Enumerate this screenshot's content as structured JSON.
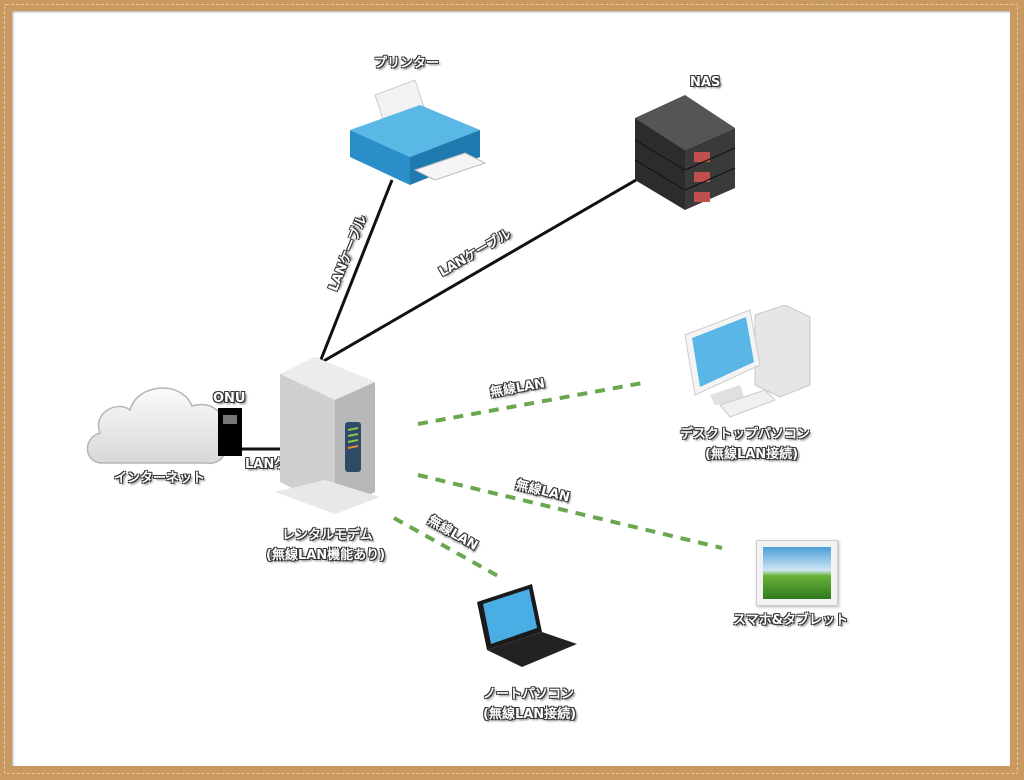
{
  "diagram": {
    "nodes": {
      "printer": {
        "label": "プリンター"
      },
      "nas": {
        "label": "NAS"
      },
      "internet": {
        "label": "インターネット"
      },
      "onu": {
        "label": "ONU"
      },
      "modem": {
        "label_line1": "レンタルモデム",
        "label_line2": "(無線LAN機能あり)"
      },
      "desktop": {
        "label_line1": "デスクトップパソコン",
        "label_line2": "(無線LAN接続)"
      },
      "smartphone": {
        "label": "スマホ&タブレット"
      },
      "laptop": {
        "label_line1": "ノートパソコン",
        "label_line2": "(無線LAN接続)"
      }
    },
    "links": {
      "modem_printer": {
        "label": "LANケーブル",
        "type": "wired"
      },
      "modem_nas": {
        "label": "LANケーブル",
        "type": "wired"
      },
      "onu_modem": {
        "label": "LANケーブル",
        "type": "wired"
      },
      "modem_desktop": {
        "label": "無線LAN",
        "type": "wireless"
      },
      "modem_smartphone": {
        "label": "無線LAN",
        "type": "wireless"
      },
      "modem_laptop": {
        "label": "無線LAN",
        "type": "wireless"
      }
    },
    "colors": {
      "wired": "#111111",
      "wireless": "#6aa84f",
      "frame": "#c89a62"
    }
  }
}
